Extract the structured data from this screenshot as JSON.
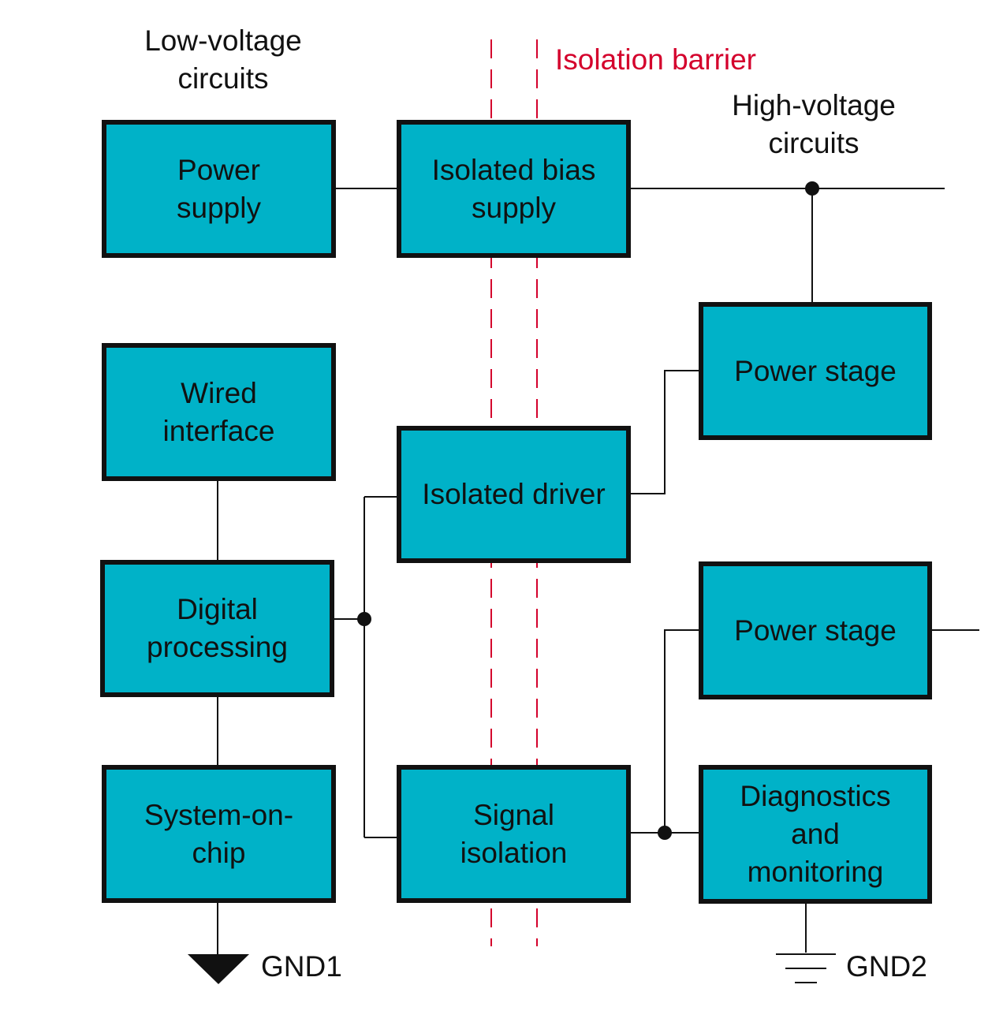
{
  "labels": {
    "low_voltage": "Low-voltage\ncircuits",
    "high_voltage": "High-voltage\ncircuits",
    "isolation_barrier": "Isolation barrier",
    "gnd1": "GND1",
    "gnd2": "GND2"
  },
  "blocks": {
    "power_supply": "Power\nsupply",
    "isolated_bias_supply": "Isolated bias\nsupply",
    "wired_interface": "Wired\ninterface",
    "digital_processing": "Digital\nprocessing",
    "system_on_chip": "System-on-\nchip",
    "isolated_driver": "Isolated driver",
    "signal_isolation": "Signal\nisolation",
    "power_stage_top": "Power stage",
    "power_stage_bottom": "Power stage",
    "diagnostics_monitoring": "Diagnostics\nand\nmonitoring"
  },
  "colors": {
    "block_fill": "#00b2c8",
    "block_border": "#111111",
    "wire": "#111111",
    "barrier_dash": "#d4002c"
  }
}
